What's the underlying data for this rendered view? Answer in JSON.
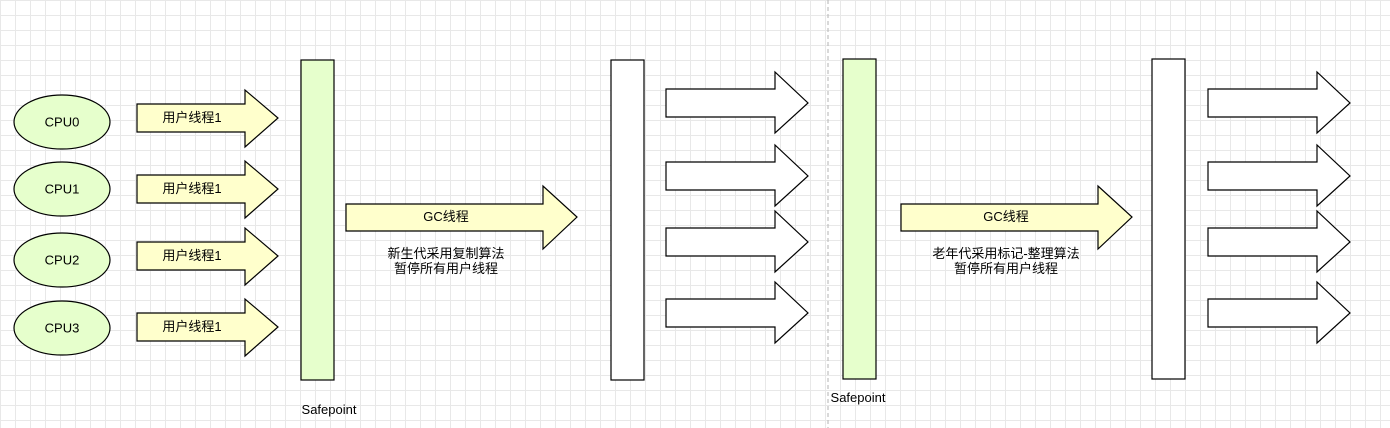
{
  "cpus": [
    "CPU0",
    "CPU1",
    "CPU2",
    "CPU3"
  ],
  "user_thread_label": "用户线程1",
  "safepoint_label": "Safepoint",
  "phase1": {
    "gc_label": "GC线程",
    "desc_line1": "新生代采用复制算法",
    "desc_line2": "暂停所有用户线程"
  },
  "phase2": {
    "gc_label": "GC线程",
    "desc_line1": "老年代采用标记-整理算法",
    "desc_line2": "暂停所有用户线程"
  },
  "colors": {
    "cpu_fill": "#e6ffcc",
    "safepoint_fill": "#e6ffcc",
    "arrow_fill": "#ffffcc",
    "outline": "#000000"
  }
}
